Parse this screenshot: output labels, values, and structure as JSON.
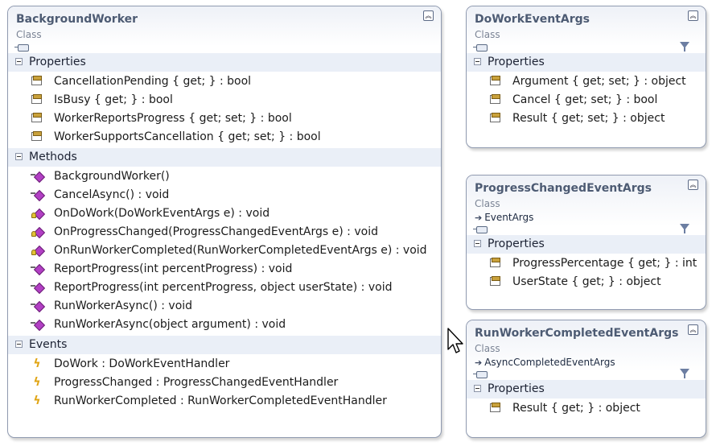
{
  "classes": {
    "background_worker": {
      "title": "BackgroundWorker",
      "kind": "Class",
      "sections": {
        "properties": {
          "label": "Properties",
          "items": [
            "CancellationPending { get; } : bool",
            "IsBusy { get; } : bool",
            "WorkerReportsProgress { get; set; } : bool",
            "WorkerSupportsCancellation { get; set; } : bool"
          ]
        },
        "methods": {
          "label": "Methods",
          "items": [
            "BackgroundWorker()",
            "CancelAsync() : void",
            "OnDoWork(DoWorkEventArgs e) : void",
            "OnProgressChanged(ProgressChangedEventArgs e) : void",
            "OnRunWorkerCompleted(RunWorkerCompletedEventArgs e) : void",
            "ReportProgress(int percentProgress) : void",
            "ReportProgress(int percentProgress, object userState) : void",
            "RunWorkerAsync() : void",
            "RunWorkerAsync(object argument) : void"
          ]
        },
        "events": {
          "label": "Events",
          "items": [
            "DoWork : DoWorkEventHandler",
            "ProgressChanged : ProgressChangedEventHandler",
            "RunWorkerCompleted : RunWorkerCompletedEventHandler"
          ]
        }
      }
    },
    "do_work_event_args": {
      "title": "DoWorkEventArgs",
      "kind": "Class",
      "properties": {
        "label": "Properties",
        "items": [
          "Argument { get; set; } : object",
          "Cancel { get; set; } : bool",
          "Result { get; set; } : object"
        ]
      }
    },
    "progress_changed_event_args": {
      "title": "ProgressChangedEventArgs",
      "kind": "Class",
      "base": "EventArgs",
      "properties": {
        "label": "Properties",
        "items": [
          "ProgressPercentage { get; } : int",
          "UserState { get; } : object"
        ]
      }
    },
    "run_worker_completed_event_args": {
      "title": "RunWorkerCompletedEventArgs",
      "kind": "Class",
      "base": "AsyncCompletedEventArgs",
      "properties": {
        "label": "Properties",
        "items": [
          "Result { get; } : object"
        ]
      }
    }
  },
  "icons": {
    "collapse": "collapse-chevrons-icon",
    "filter": "filter-icon",
    "property": "property-icon",
    "method": "method-icon",
    "protected_method": "protected-method-icon",
    "event": "event-icon",
    "cursor": "mouse-pointer-icon"
  }
}
